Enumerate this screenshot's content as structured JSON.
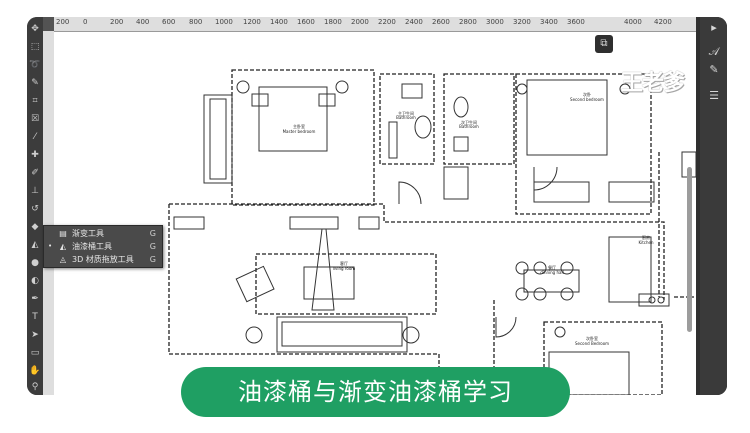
{
  "ruler": {
    "ticks": [
      "200",
      "0",
      "200",
      "400",
      "600",
      "800",
      "1000",
      "1200",
      "1400",
      "1600",
      "1800",
      "2000",
      "2200",
      "2400",
      "2600",
      "2800",
      "3000",
      "3200",
      "3400",
      "3600",
      "4000",
      "4200"
    ]
  },
  "flyout": {
    "items": [
      {
        "label": "渐变工具",
        "shortcut": "G",
        "icon": "gradient-icon",
        "active": false
      },
      {
        "label": "油漆桶工具",
        "shortcut": "G",
        "icon": "paint-bucket-icon",
        "active": true
      },
      {
        "label": "3D 材质拖放工具",
        "shortcut": "G",
        "icon": "3d-material-drop-icon",
        "active": false
      }
    ]
  },
  "plan_labels": {
    "master_bedroom": "主卧室",
    "master_bedroom_en": "Master bedroom",
    "bathroom_1": "主卫生间",
    "bathroom_1_en": "Bathroom",
    "bathroom_2": "次卫生间",
    "bathroom_2_en": "Bathroom",
    "second_bedroom_top": "次卧",
    "second_bedroom_top_en": "Second bedroom",
    "kitchen": "厨房",
    "kitchen_en": "Kitchen",
    "living": "客厅",
    "living_en": "living room",
    "dining": "餐厅",
    "dining_en": "dinning hall",
    "second_bedroom": "次卧室",
    "second_bedroom_en": "Second Bedroom"
  },
  "watermark": "王老爹",
  "banner": "油漆桶与渐变油漆桶学习",
  "colors": {
    "banner": "#1f9f63",
    "app_bg": "#535353",
    "toolbar": "#3c3c3c"
  }
}
